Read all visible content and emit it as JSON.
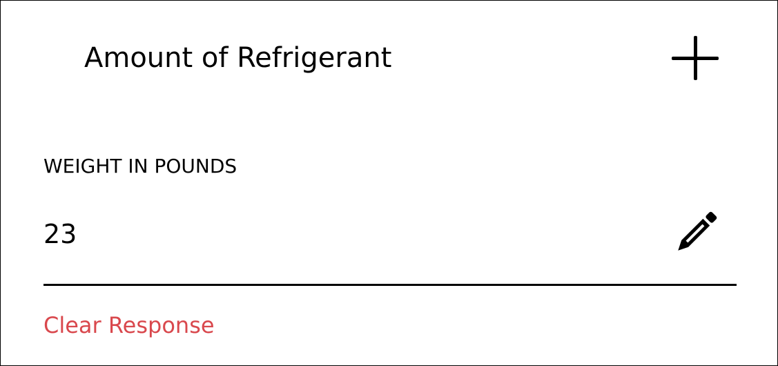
{
  "card": {
    "title": "Amount of Refrigerant",
    "expand_icon": "plus-icon",
    "field": {
      "label": "WEIGHT IN POUNDS",
      "value": "23",
      "edit_icon": "pencil-icon"
    },
    "clear_label": "Clear Response"
  },
  "colors": {
    "clear_link": "#d9484d"
  }
}
